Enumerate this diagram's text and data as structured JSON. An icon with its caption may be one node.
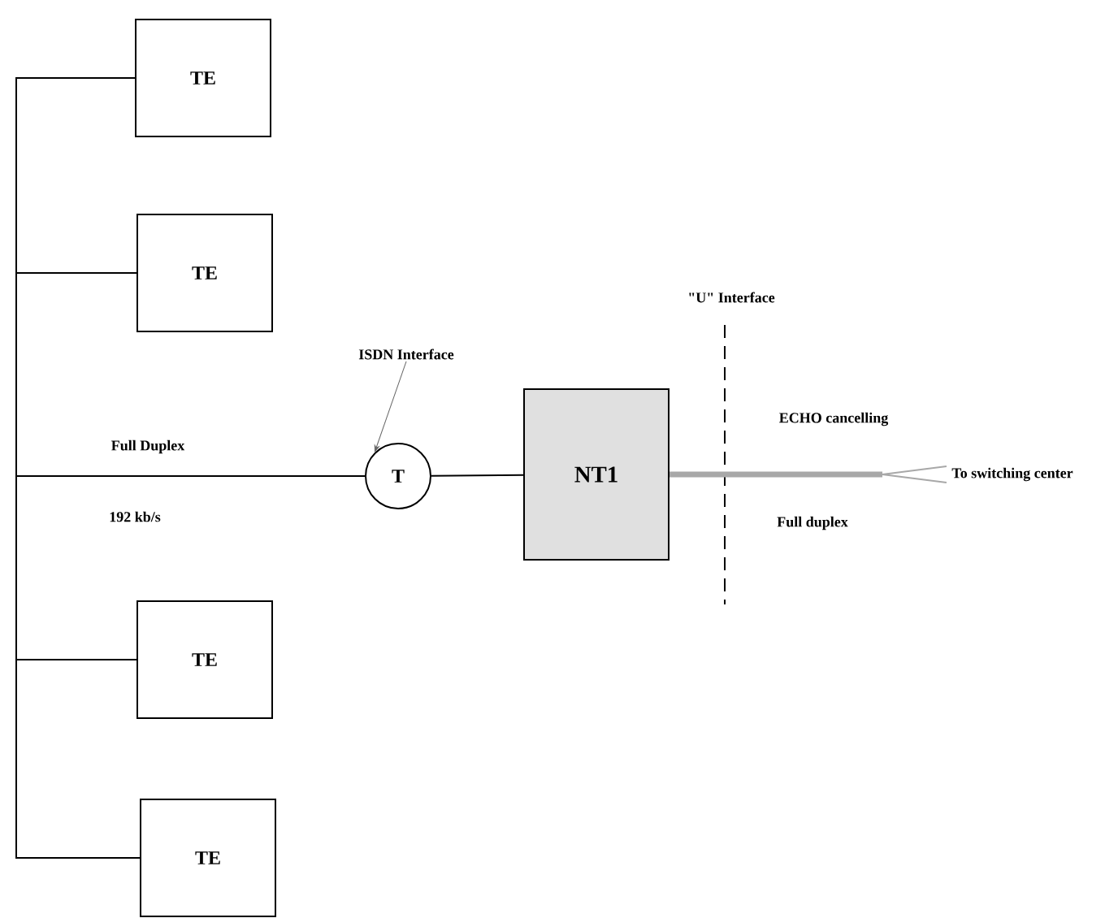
{
  "diagram": {
    "nodes": [
      {
        "text": [
          "TE"
        ]
      },
      {
        "text": [
          "TE"
        ]
      },
      {
        "text": [
          "TE"
        ]
      },
      {
        "text": [
          "TE"
        ]
      },
      {
        "text": [
          "T"
        ]
      },
      {
        "text": [
          "NT1"
        ]
      },
      {
        "text": [
          "To switching center"
        ]
      },
      {
        "text": [
          "ISDN Interface"
        ]
      }
    ],
    "edges": [
      {
        "from": 0,
        "to": 4,
        "arrow": "none"
      },
      {
        "from": 1,
        "to": 4,
        "arrow": "none"
      },
      {
        "from": 2,
        "to": 4,
        "arrow": "none"
      },
      {
        "from": 3,
        "to": 4,
        "arrow": "none"
      },
      {
        "from": 4,
        "to": 5,
        "arrow": "none"
      },
      {
        "from": 5,
        "to": 6,
        "arrow": "none",
        "style": "thick",
        "color": "#a8a8a8"
      },
      {
        "from": 7,
        "to": 4,
        "arrow": "to",
        "color": "#666666"
      }
    ],
    "labels": [
      "Full Duplex",
      "192 kb/s",
      "\"U\" Interface",
      "ECHO cancelling",
      "Full duplex"
    ]
  }
}
